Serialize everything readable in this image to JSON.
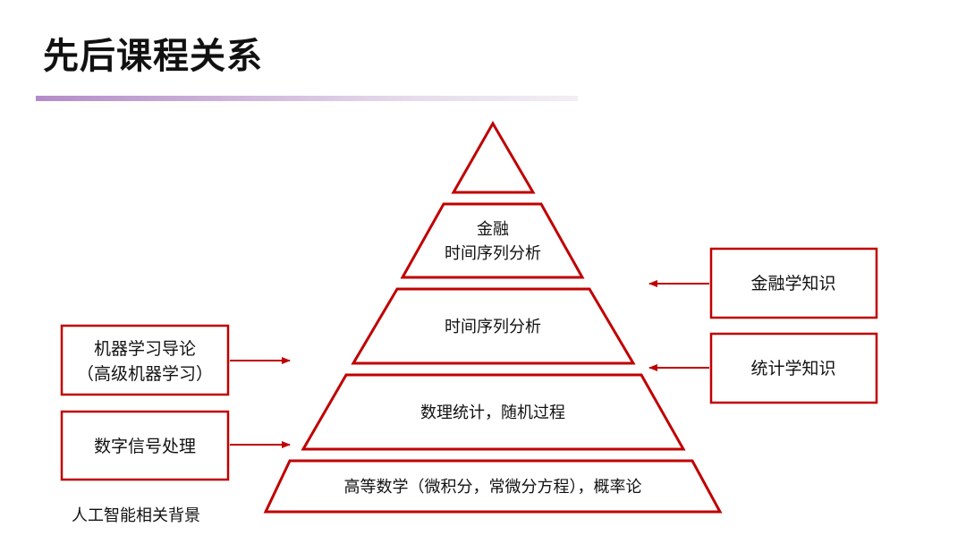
{
  "title": "先后课程关系",
  "pyramid": {
    "level2": {
      "line1": "金融",
      "line2": "时间序列分析"
    },
    "level3": "时间序列分析",
    "level4": "数理统计，随机过程",
    "level5": "高等数学（微积分，常微分方程），概率论"
  },
  "left_boxes": {
    "ml": {
      "line1": "机器学习导论",
      "line2": "（高级机器学习）"
    },
    "dsp": "数字信号处理"
  },
  "right_boxes": {
    "finance": "金融学知识",
    "stats": "统计学知识"
  },
  "caption": "人工智能相关背景",
  "colors": {
    "accent": "#c00000"
  }
}
